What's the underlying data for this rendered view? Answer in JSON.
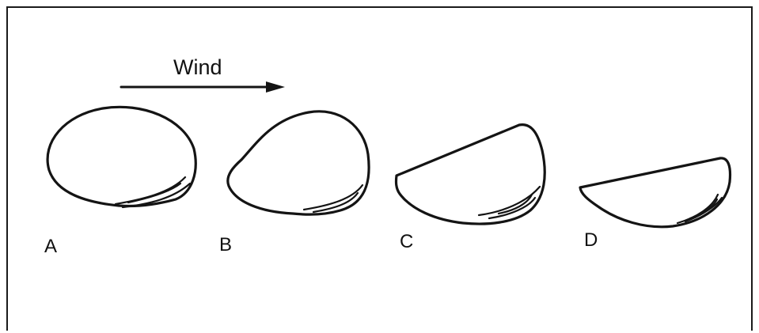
{
  "diagram": {
    "wind_label": "Wind",
    "stages": [
      {
        "label": "A",
        "shape": "ovoid"
      },
      {
        "label": "B",
        "shape": "asymmetric-ovoid"
      },
      {
        "label": "C",
        "shape": "half-moon"
      },
      {
        "label": "D",
        "shape": "flattened-wedge"
      }
    ],
    "line_color": "#141414",
    "background": "#ffffff"
  }
}
